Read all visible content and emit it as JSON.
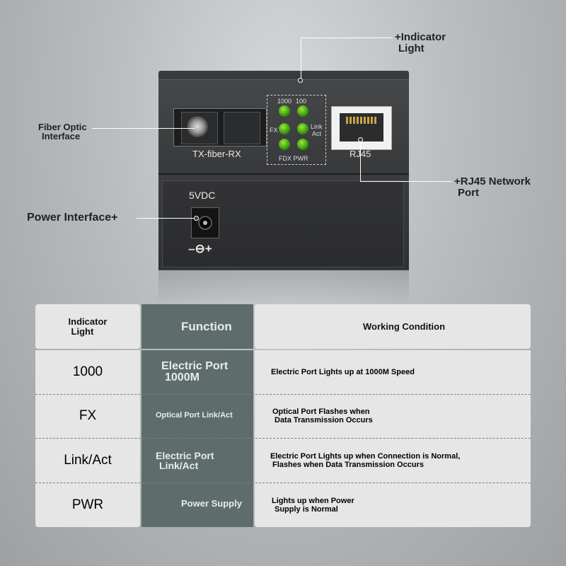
{
  "callouts": {
    "indicator_light_1": "+Indicator",
    "indicator_light_2": "Light",
    "fiber_optic_1": "Fiber Optic",
    "fiber_optic_2": "Interface",
    "rj45_network_1": "+RJ45 Network",
    "rj45_network_2": "Port",
    "power_interface": "Power Interface+"
  },
  "device": {
    "fiber_label": "TX-fiber-RX",
    "rj45_label": "RJ45",
    "power_label": "5VDC",
    "polarity_symbol": "–⊖+",
    "led_labels": {
      "top_left": "1000",
      "top_right": "100",
      "mid_left": "FX",
      "mid_right_1": "Link",
      "mid_right_2": "Act",
      "bottom": "FDX PWR"
    },
    "led_color": "#3fa10f"
  },
  "table": {
    "headers": {
      "indicator_1": "Indicator",
      "indicator_2": "Light",
      "function": "Function",
      "working": "Working Condition"
    },
    "rows": [
      {
        "indicator": "1000",
        "function_1": "Electric Port",
        "function_2": "1000M",
        "condition_1": "Electric Port Lights up at 1000M Speed",
        "condition_2": ""
      },
      {
        "indicator": "FX",
        "function_1": "Optical Port Link/Act",
        "function_2": "",
        "condition_1": "Optical Port Flashes when",
        "condition_2": "Data Transmission Occurs"
      },
      {
        "indicator": "Link/Act",
        "function_1": "Electric Port",
        "function_2": "Link/Act",
        "condition_1": "Electric Port Lights up when Connection is Normal,",
        "condition_2": "Flashes when Data Transmission Occurs"
      },
      {
        "indicator": "PWR",
        "function_1": "Power Supply",
        "function_2": "",
        "condition_1": "Lights up when Power",
        "condition_2": "Supply is Normal"
      }
    ],
    "colors": {
      "function_column": "#5e6d6b",
      "light_columns": "#e6e6e6"
    }
  }
}
